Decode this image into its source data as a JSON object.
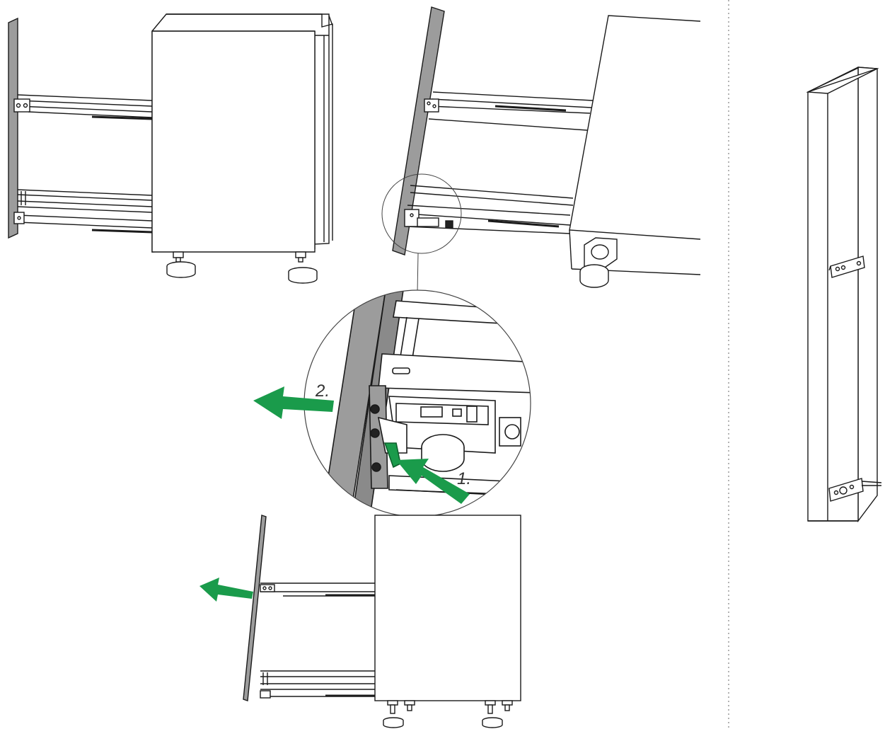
{
  "steps": {
    "step1_label": "1.",
    "step2_label": "2."
  },
  "colors": {
    "arrow": "#1a9b4b",
    "front_panel": "#9c9c9c",
    "outline": "#1a1a1a",
    "background": "#ffffff",
    "divider": "#9a9a9a"
  },
  "icons": {
    "arrow": "pull-arrow-icon",
    "magnifier": "detail-circle"
  }
}
